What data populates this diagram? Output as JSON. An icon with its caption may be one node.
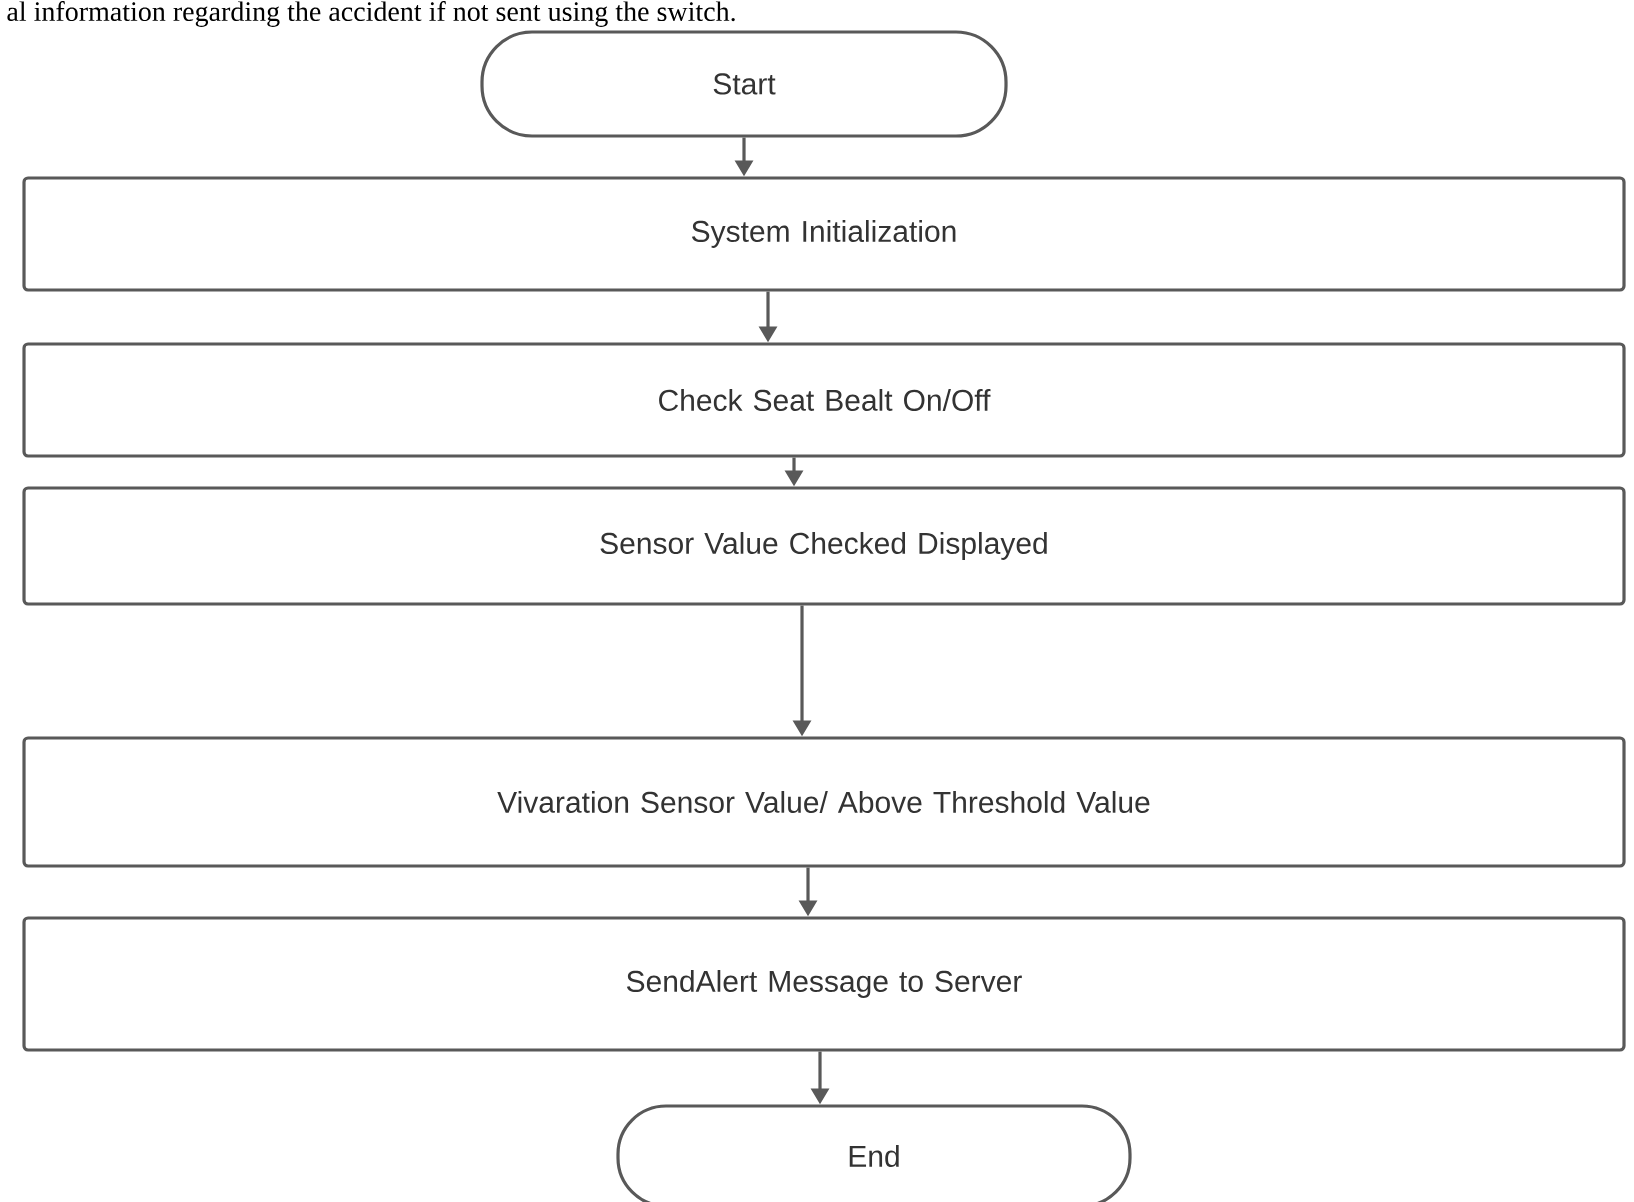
{
  "diagram": {
    "nodes": [
      {
        "text": [
          "Start"
        ]
      },
      {
        "text": [
          "System Initialization"
        ]
      },
      {
        "text": [
          "Check Seat Bealt On/Off"
        ]
      },
      {
        "text": [
          "Sensor Value Checked Displayed"
        ]
      },
      {
        "text": [
          "Vivaration Sensor Value/ Above Threshold Value"
        ]
      },
      {
        "text": [
          "SendAlert Message to Server"
        ]
      },
      {
        "text": [
          "End"
        ]
      }
    ],
    "edges": [
      {
        "from": 0,
        "to": 1,
        "arrow": "to"
      },
      {
        "from": 1,
        "to": 2,
        "arrow": "to"
      },
      {
        "from": 2,
        "to": 3,
        "arrow": "to"
      },
      {
        "from": 3,
        "to": 4,
        "arrow": "to"
      },
      {
        "from": 4,
        "to": 5,
        "arrow": "to"
      },
      {
        "from": 5,
        "to": 6,
        "arrow": "to"
      }
    ],
    "labels": [
      "al information regarding the accident if not sent using the switch."
    ]
  }
}
